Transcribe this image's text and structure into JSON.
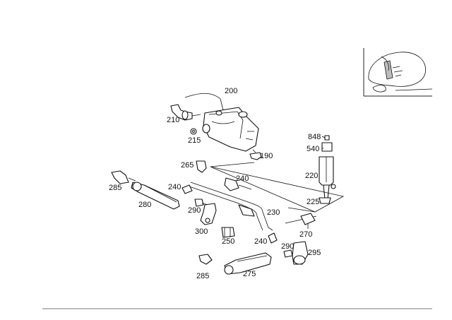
{
  "diagram": {
    "callouts": {
      "p200": "200",
      "p210": "210",
      "p215": "215",
      "p190": "190",
      "p848": "848",
      "p540": "540",
      "p220": "220",
      "p225": "225",
      "p265": "265",
      "p240a": "240",
      "p240b": "240",
      "p240c": "240",
      "p285a": "285",
      "p285b": "285",
      "p280": "280",
      "p290a": "290",
      "p290b": "290",
      "p300": "300",
      "p250": "250",
      "p230": "230",
      "p270": "270",
      "p295": "295",
      "p275": "275"
    }
  }
}
